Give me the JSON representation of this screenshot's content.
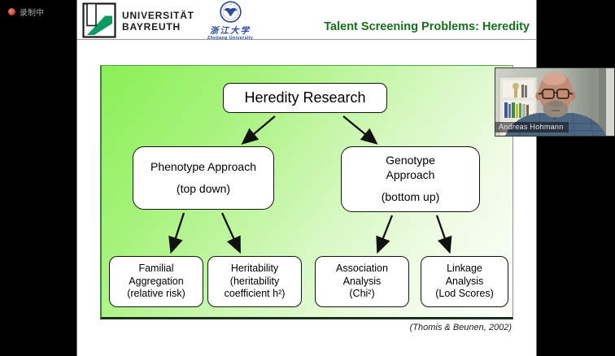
{
  "meeting_bar": {
    "recording_label": "录制中"
  },
  "webcam": {
    "participant_name": "Andreas Hohmann"
  },
  "slide": {
    "header": {
      "ubt_name_line1": "UNIVERSITÄT",
      "ubt_name_line2": "BAYREUTH",
      "zju_name_cn": "浙江大学",
      "zju_name_en": "Zhejiang University",
      "title": "Talent Screening Problems: Heredity"
    },
    "diagram": {
      "root_label": "Heredity Research",
      "phenotype": {
        "line1": "Phenotype Approach",
        "line2": "(top down)"
      },
      "genotype": {
        "line1": "Genotype",
        "line2": "Approach",
        "line3": "(bottom up)"
      },
      "leaves": [
        {
          "lines": [
            "Familial",
            "Aggregation",
            "(relative risk)"
          ]
        },
        {
          "lines": [
            "Heritability",
            "(heritability",
            "coefficient h²)"
          ]
        },
        {
          "lines": [
            "Association",
            "Analysis",
            "(Chi²)"
          ]
        },
        {
          "lines": [
            "Linkage",
            "Analysis",
            "(Lod Scores)"
          ]
        }
      ],
      "citation": "(Thomis & Beunen, 2002)"
    },
    "colors": {
      "title_green": "#15701c",
      "panel_green_start": "#8af055",
      "panel_green_end": "#fcfffa",
      "ubt_logo_green": "#0c9a62",
      "zju_blue": "#2a4a9a",
      "recording_red": "#c23a30"
    }
  }
}
